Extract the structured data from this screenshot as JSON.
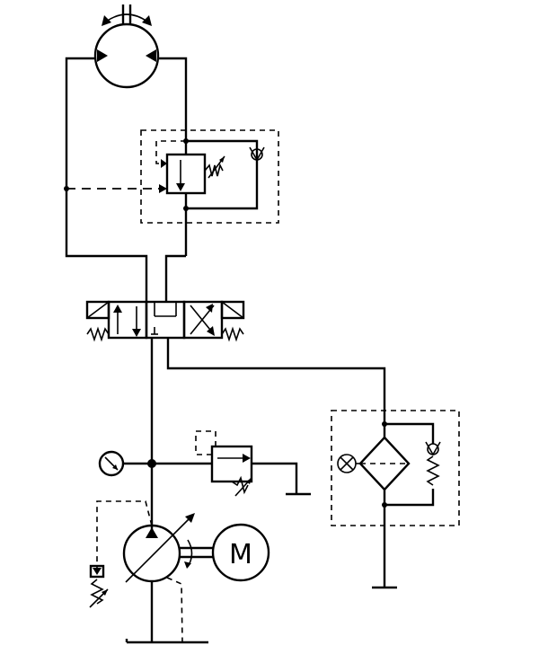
{
  "diagram": {
    "type": "hydraulic schematic",
    "components": [
      {
        "id": "hydraulic-motor",
        "kind": "bidirectional hydraulic motor"
      },
      {
        "id": "counterbalance-valve",
        "kind": "pressure valve with check valve"
      },
      {
        "id": "directional-valve",
        "kind": "4/3 solenoid directional control valve, spring centred"
      },
      {
        "id": "pressure-gauge",
        "kind": "pressure gauge"
      },
      {
        "id": "relief-valve",
        "kind": "pressure relief valve"
      },
      {
        "id": "return-filter",
        "kind": "filter with clogging indicator and bypass check valve"
      },
      {
        "id": "variable-pump",
        "kind": "variable displacement pump, pressure compensated"
      },
      {
        "id": "electric-motor",
        "kind": "electric motor"
      },
      {
        "id": "tank",
        "kind": "reservoir"
      }
    ],
    "motor_label": "M"
  }
}
